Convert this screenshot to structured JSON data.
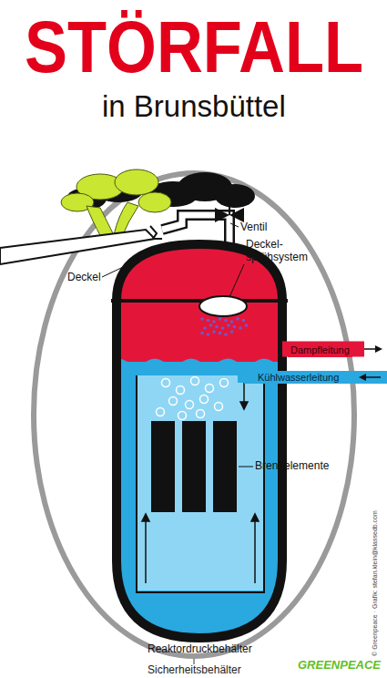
{
  "diagram": {
    "title": "STÖRFALL",
    "nodes": [
      {
        "text": [
          "Dampfleitung"
        ]
      },
      {
        "text": [
          "Kühlwasserleitung"
        ]
      }
    ],
    "labels": [
      "in Brunsbüttel",
      "Ventil",
      "Deckel",
      "Deckel- sprühsystem",
      "Brennelemente",
      "Reaktordruckbehälter",
      "Sicherheitsbehälter",
      "© Greenpeace · Grafik: stefan.klein@klassedb.com",
      "GREENPEACE"
    ]
  }
}
